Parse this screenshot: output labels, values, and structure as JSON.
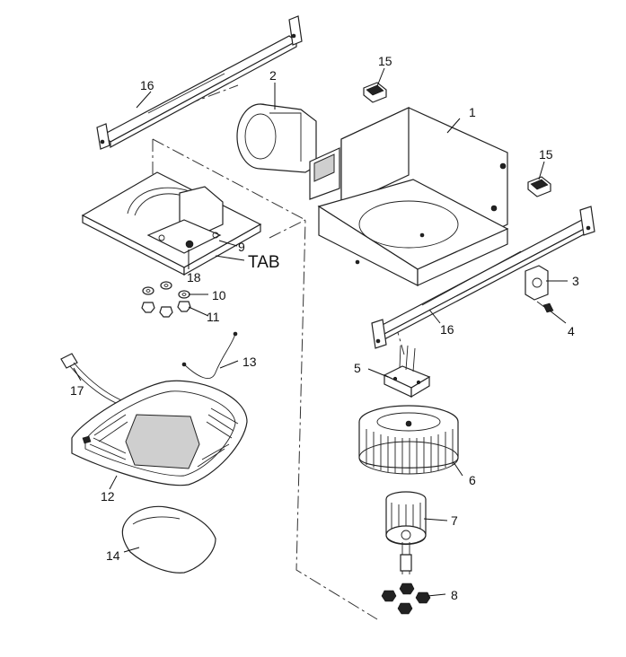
{
  "diagram": {
    "callouts": {
      "c1": "1",
      "c2": "2",
      "c3": "3",
      "c4": "4",
      "c5": "5",
      "c6": "6",
      "c7": "7",
      "c8": "8",
      "c9": "9",
      "c10": "10",
      "c11": "11",
      "c12": "12",
      "c13": "13",
      "c14": "14",
      "c15a": "15",
      "c15b": "15",
      "c16a": "16",
      "c16b": "16",
      "c17": "17",
      "c18": "18",
      "tab": "TAB"
    }
  }
}
